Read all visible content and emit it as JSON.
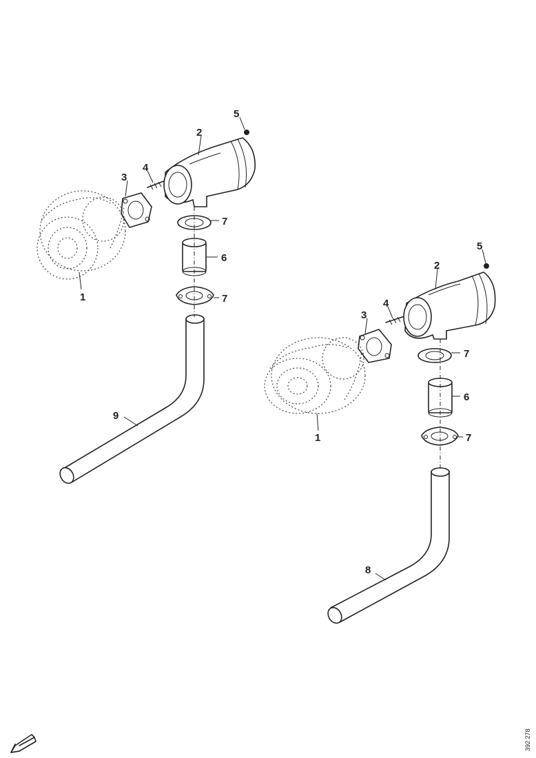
{
  "labels": {
    "part_1": "1",
    "part_2": "2",
    "part_3": "3",
    "part_4": "4",
    "part_5": "5",
    "part_6": "6",
    "part_7": "7",
    "part_8": "8",
    "part_9": "9"
  },
  "reference_number": "392 278",
  "icons": {
    "direction_arrow": "arrow-down-left-icon"
  }
}
